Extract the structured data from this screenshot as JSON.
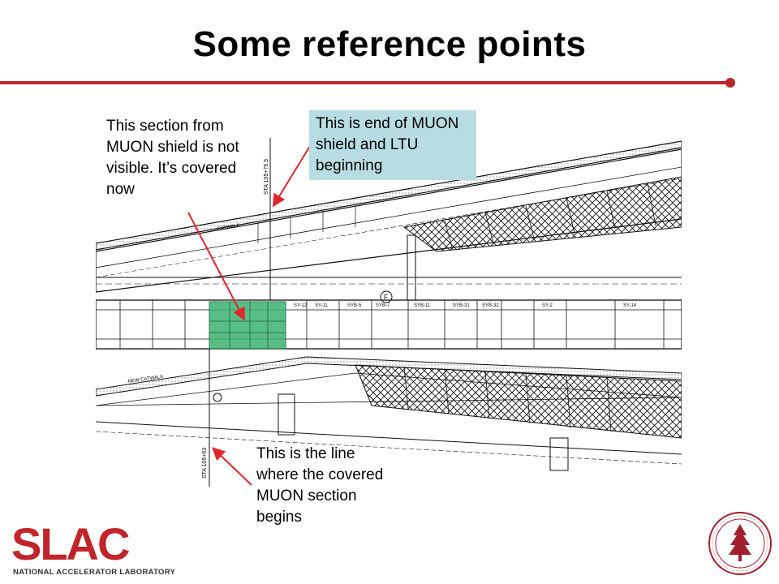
{
  "slide": {
    "title": "Some reference points"
  },
  "annotations": {
    "muon_covered": "This section from MUON shield  is not visible. It’s covered now",
    "ltu_start": "This is end of MUON shield and LTU beginning",
    "line_begin": "This is the line where the covered MUON section begins"
  },
  "drawing_labels": {
    "sta_top": "STA 105+76.5",
    "sta_bottom": "STA 105+63",
    "catwalk": "CATWALK",
    "new_catwalk": "NEW CATWALK",
    "sy_12": "SY-12",
    "sy_11": "SY-11",
    "syb_5": "SYB-5",
    "syb_7": "SYB-7",
    "syb_11": "SYB-11",
    "syb_31": "SYB-31",
    "syb_32": "SYB-32",
    "sy_2": "SY-2",
    "sy_14": "SY-14",
    "marker_f": "F"
  },
  "footer": {
    "logo_text": "SLAC",
    "logo_subtext": "NATIONAL ACCELERATOR LABORATORY"
  },
  "colors": {
    "accent": "#c0252b",
    "note_box": "#b7dde3",
    "highlight": "#3cb371",
    "arrow": "#e0262b"
  }
}
